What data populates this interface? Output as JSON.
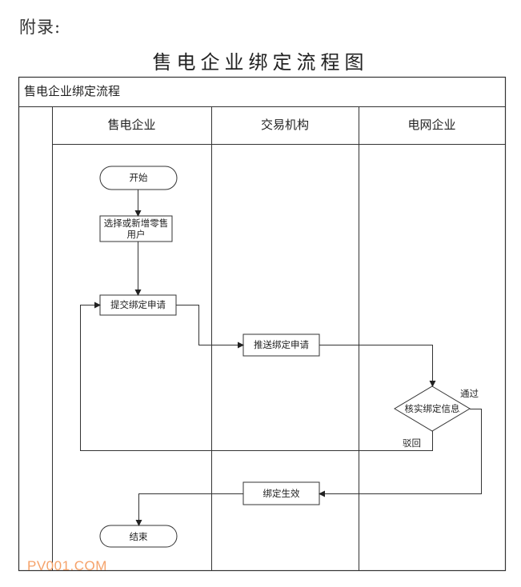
{
  "page": {
    "appendix_label": "附录:",
    "title": "售电企业绑定流程图"
  },
  "diagram": {
    "pool_title": "售电企业绑定流程",
    "lanes": [
      {
        "label": "售电企业"
      },
      {
        "label": "交易机构"
      },
      {
        "label": "电网企业"
      }
    ],
    "nodes": {
      "start": {
        "label": "开始",
        "shape": "terminator",
        "lane": "售电企业"
      },
      "select_user": {
        "label_line1": "选择或新增零售",
        "label_line2": "用户",
        "shape": "process",
        "lane": "售电企业"
      },
      "submit": {
        "label": "提交绑定申请",
        "shape": "process",
        "lane": "售电企业"
      },
      "push": {
        "label": "推送绑定申请",
        "shape": "process",
        "lane": "交易机构"
      },
      "verify": {
        "label": "核实绑定信息",
        "shape": "decision",
        "lane": "电网企业"
      },
      "effective": {
        "label": "绑定生效",
        "shape": "process",
        "lane": "交易机构"
      },
      "end": {
        "label": "结束",
        "shape": "terminator",
        "lane": "售电企业"
      }
    },
    "edges": [
      {
        "from": "start",
        "to": "select_user",
        "label": ""
      },
      {
        "from": "select_user",
        "to": "submit",
        "label": ""
      },
      {
        "from": "submit",
        "to": "push",
        "label": ""
      },
      {
        "from": "push",
        "to": "verify",
        "label": ""
      },
      {
        "from": "verify",
        "to": "effective",
        "label": "通过"
      },
      {
        "from": "verify",
        "to": "submit",
        "label": "驳回"
      },
      {
        "from": "effective",
        "to": "end",
        "label": ""
      }
    ],
    "colors": {
      "line": "#333333",
      "watermark": "#f5a26a"
    }
  },
  "watermark": "PV001.COM"
}
